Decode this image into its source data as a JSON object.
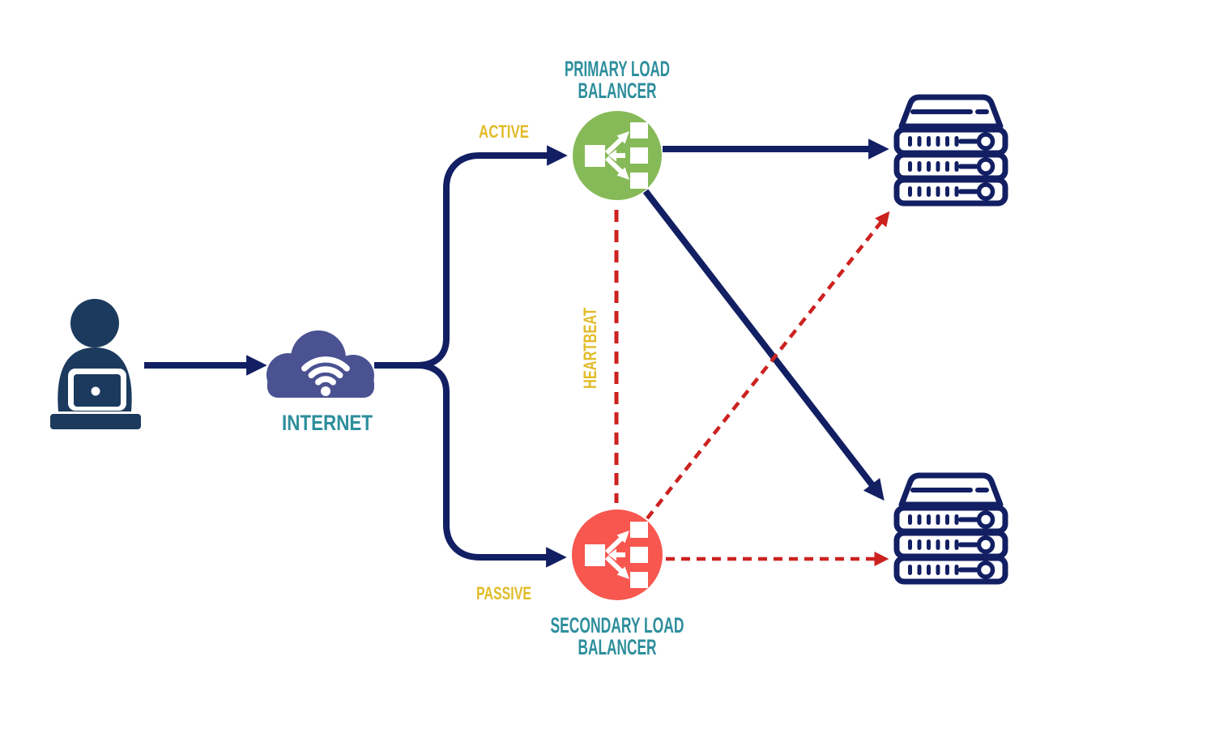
{
  "diagram": {
    "nodes": {
      "internet": {
        "label": "INTERNET"
      },
      "primary_lb": {
        "label_line1": "PRIMARY LOAD",
        "label_line2": "BALANCER"
      },
      "secondary_lb": {
        "label_line1": "SECONDARY LOAD",
        "label_line2": "BALANCER"
      }
    },
    "edges": {
      "active_label": "ACTIVE",
      "passive_label": "PASSIVE",
      "heartbeat_label": "HEARTBEAT"
    },
    "colors": {
      "line_navy": "#121f63",
      "user_navy": "#1c3a5e",
      "cloud_purple": "#4a5292",
      "lb_green": "#86ba58",
      "lb_red": "#f7574f",
      "dashed_red": "#cc2220",
      "label_teal": "#2d8e9c",
      "label_yellow": "#e2bb29"
    }
  }
}
